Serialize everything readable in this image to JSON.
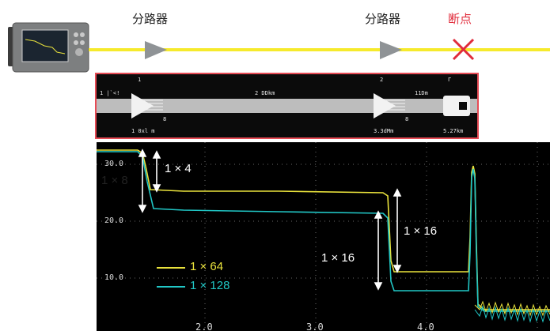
{
  "labels": {
    "splitter_1": "分路器",
    "splitter_2": "分路器",
    "breakpoint": "断点"
  },
  "schematic": {
    "marker_1": "1",
    "marker_2": "2",
    "marker_3": "Γ",
    "left_text": "1 |`<!",
    "mid_text": "2 DDkm",
    "right_text": "11Dm",
    "under_1": "1 0xl m",
    "under_2": "3.3dMm",
    "under_3": "5.27km",
    "splitter_sub_1": "8",
    "splitter_sub_2": "8"
  },
  "scope": {
    "y_labels": [
      "30.0",
      "20.0",
      "10.0"
    ],
    "x_labels": [
      "2.0",
      "3.0",
      "4.0"
    ]
  },
  "annotations": {
    "a_1x4": "1 × 4",
    "a_1x8": "1 × 8",
    "a_1x16_a": "1 × 16",
    "a_1x16_b": "1 × 16"
  },
  "legend": {
    "items": [
      {
        "label": "1 × 64",
        "color": "#e9e23c"
      },
      {
        "label": "1 × 128",
        "color": "#21c7c6"
      }
    ]
  },
  "colors": {
    "fiber": "#f6ea2c",
    "arrow": "#8f9396",
    "break_x": "#e02b3a",
    "trace_yellow": "#e9e23c",
    "trace_teal": "#21c7c6"
  }
}
